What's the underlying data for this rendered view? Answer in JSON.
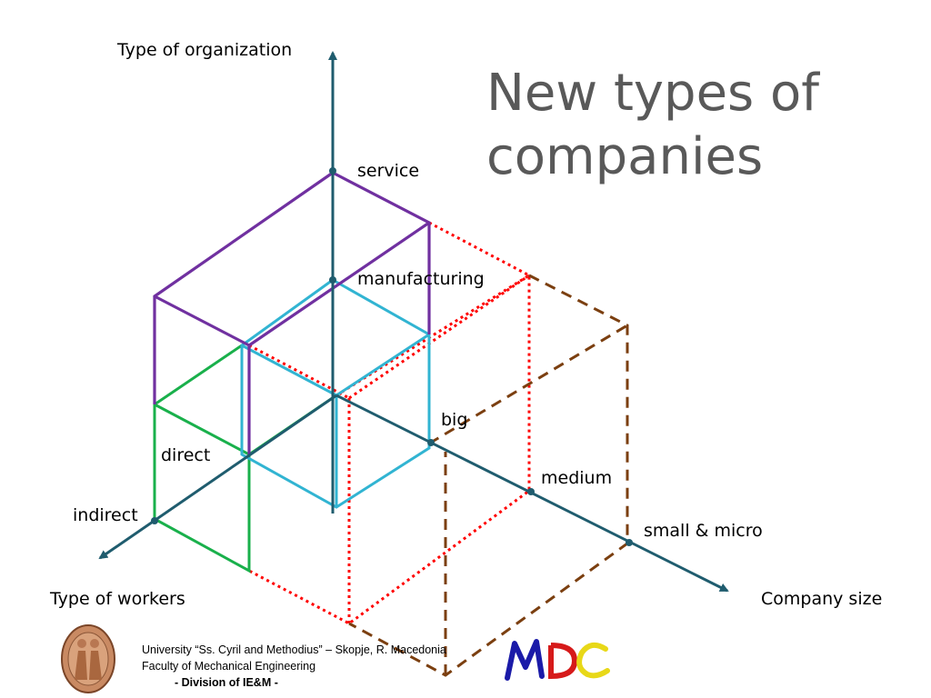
{
  "title": {
    "line1": "New types of",
    "line2": "companies"
  },
  "axes": {
    "vertical": "Type of organization",
    "left": "Type of workers",
    "right": "Company size"
  },
  "organization_levels": [
    "service",
    "manufacturing"
  ],
  "worker_levels": [
    "direct",
    "indirect"
  ],
  "size_levels": [
    "big",
    "medium",
    "small & micro"
  ],
  "footer": {
    "university": "University “Ss. Cyril and Methodius” – Skopje, R. Macedonia",
    "faculty": "Faculty of Mechanical Engineering",
    "division": "- Division of IE&M -"
  },
  "colors": {
    "axis": "#1f5c6e",
    "service_box": "#7030a0",
    "manufacturing_box": "#31b4d2",
    "direct_box": "#19b04b",
    "big_outline": "#ff0000",
    "medium_outline": "#7b3f10",
    "title": "#595959"
  },
  "icons": {
    "seal": "university-seal-icon",
    "logo": "mdc-logo-icon"
  }
}
